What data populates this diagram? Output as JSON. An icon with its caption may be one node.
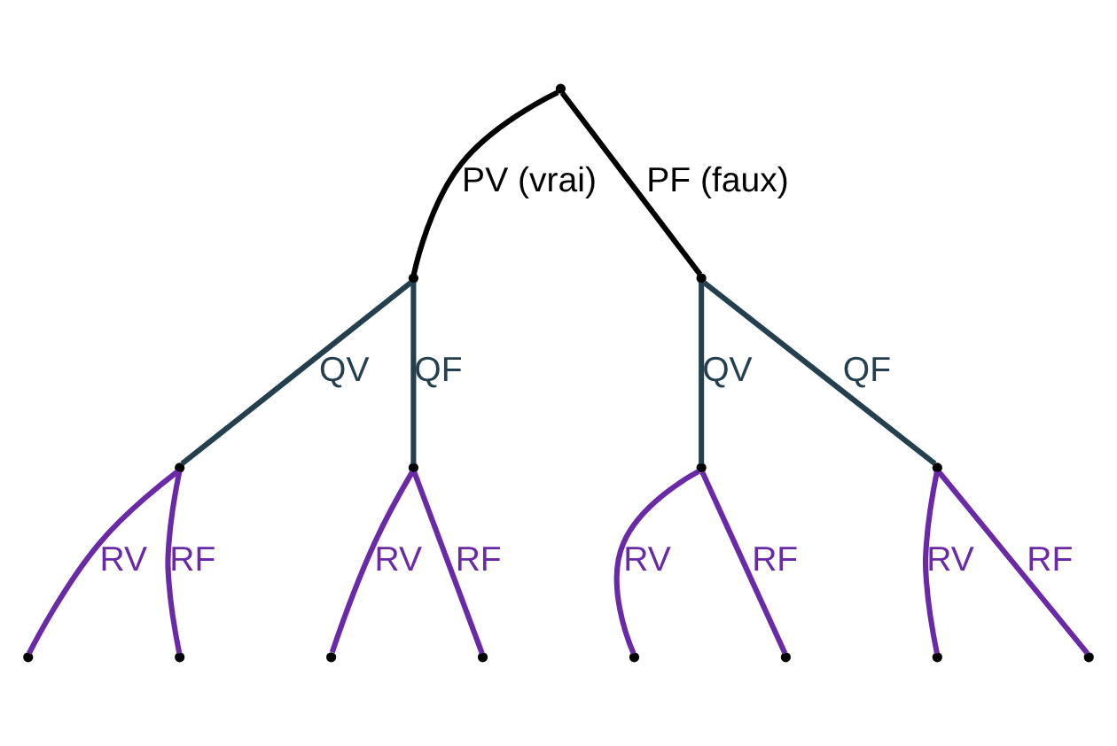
{
  "diagram": {
    "nodes": [
      {
        "text": [],
        "shape": "point"
      },
      {
        "text": [],
        "shape": "point"
      },
      {
        "text": [],
        "shape": "point"
      },
      {
        "text": [],
        "shape": "point"
      },
      {
        "text": [],
        "shape": "point"
      },
      {
        "text": [],
        "shape": "point"
      },
      {
        "text": [],
        "shape": "point"
      },
      {
        "text": [],
        "shape": "point"
      },
      {
        "text": [],
        "shape": "point"
      },
      {
        "text": [],
        "shape": "point"
      },
      {
        "text": [],
        "shape": "point"
      },
      {
        "text": [],
        "shape": "point"
      },
      {
        "text": [],
        "shape": "point"
      },
      {
        "text": [],
        "shape": "point"
      },
      {
        "text": [],
        "shape": "point"
      }
    ],
    "edges": [
      {
        "from": 0,
        "to": 1,
        "arrow": "none",
        "label": "PV (vrai)",
        "color": "#000000"
      },
      {
        "from": 0,
        "to": 2,
        "arrow": "none",
        "label": "PF (faux)",
        "color": "#000000"
      },
      {
        "from": 1,
        "to": 3,
        "arrow": "none",
        "label": "QV",
        "color": "#24404f"
      },
      {
        "from": 1,
        "to": 4,
        "arrow": "none",
        "label": "QF",
        "color": "#24404f"
      },
      {
        "from": 2,
        "to": 5,
        "arrow": "none",
        "label": "QV",
        "color": "#24404f"
      },
      {
        "from": 2,
        "to": 6,
        "arrow": "none",
        "label": "QF",
        "color": "#24404f"
      },
      {
        "from": 3,
        "to": 7,
        "arrow": "none",
        "label": "RV"
      },
      {
        "from": 3,
        "to": 8,
        "arrow": "none",
        "label": "RF"
      },
      {
        "from": 4,
        "to": 9,
        "arrow": "none",
        "label": "RV"
      },
      {
        "from": 4,
        "to": 10,
        "arrow": "none",
        "label": "RF"
      },
      {
        "from": 5,
        "to": 11,
        "arrow": "none",
        "label": "RV"
      },
      {
        "from": 5,
        "to": 12,
        "arrow": "none",
        "label": "RF"
      },
      {
        "from": 6,
        "to": 13,
        "arrow": "none",
        "label": "RV"
      },
      {
        "from": 6,
        "to": 14,
        "arrow": "none",
        "label": "RF"
      }
    ]
  }
}
